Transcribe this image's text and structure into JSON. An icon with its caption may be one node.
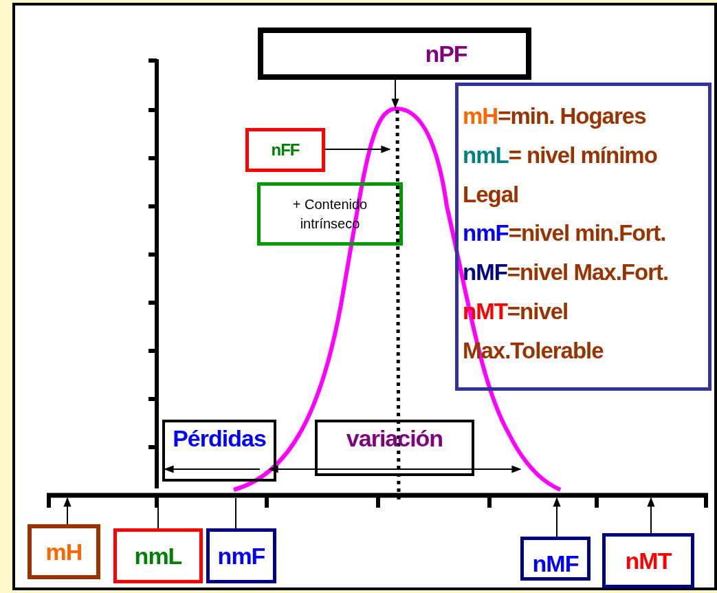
{
  "diagram": {
    "nodes": [
      {
        "text": [
          "nPF"
        ]
      },
      {
        "text": [
          "nFF"
        ]
      },
      {
        "text": [
          "+ Contenido intrínseco"
        ]
      },
      {
        "text": [
          "mH=min. Hogares",
          "nmL= nivel mínimo Legal",
          "nmF=nivel min.Fort.",
          "nMF=nivel Max.Fort.",
          "nMT=nivel Max.Tolerable"
        ]
      },
      {
        "text": [
          "Pérdidas"
        ]
      },
      {
        "text": [
          "variación"
        ]
      },
      {
        "text": [
          "mH"
        ]
      },
      {
        "text": [
          "nmL"
        ]
      },
      {
        "text": [
          "nmF"
        ]
      },
      {
        "text": [
          "nMF"
        ]
      },
      {
        "text": [
          "nMT"
        ]
      },
      {
        "text": [],
        "shape": "bar"
      }
    ],
    "edges": [
      {
        "from": 0,
        "to": null,
        "arrow": "to"
      },
      {
        "from": 1,
        "to": null,
        "arrow": "to"
      },
      {
        "from": 6,
        "to": 11,
        "arrow": "to"
      },
      {
        "from": 7,
        "to": 11,
        "arrow": "none"
      },
      {
        "from": 8,
        "to": 11,
        "arrow": "none"
      },
      {
        "from": 9,
        "to": 11,
        "arrow": "to"
      },
      {
        "from": 10,
        "to": 11,
        "arrow": "to"
      }
    ]
  }
}
